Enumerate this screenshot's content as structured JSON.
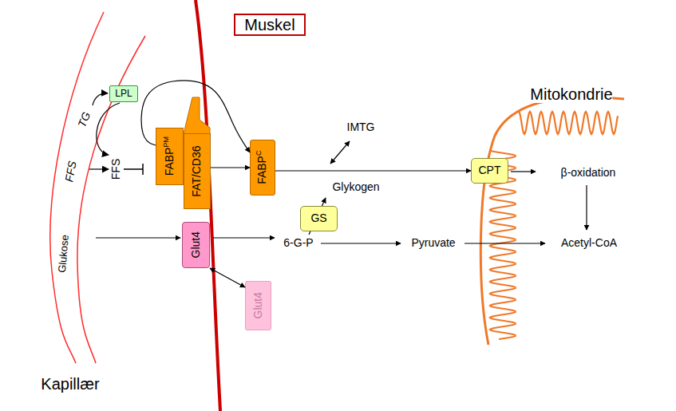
{
  "diagram": {
    "nodes": [
      {
        "text": [
          "Muskel"
        ]
      },
      {
        "text": [
          "LPL"
        ]
      },
      {
        "text": [
          "FABP",
          "PM"
        ]
      },
      {
        "text": [
          "FAT/CD36"
        ]
      },
      {
        "text": [
          "FABP",
          "C"
        ]
      },
      {
        "text": [
          "CPT"
        ]
      },
      {
        "text": [
          "GS"
        ]
      },
      {
        "text": [
          "Glut4"
        ]
      },
      {
        "text": [
          "Glut4"
        ]
      }
    ],
    "edges": [
      {
        "from": 2,
        "to": 4,
        "arrow": "to"
      },
      {
        "from": 3,
        "to": 4,
        "arrow": "to"
      },
      {
        "from": 4,
        "to": 5,
        "arrow": "to"
      },
      {
        "from": 7,
        "to": 8,
        "arrow": "both"
      }
    ],
    "labels": [
      "Mitokondrie",
      "TG",
      "IMTG",
      "FFS",
      "FFS",
      "β-oxidation",
      "Glykogen",
      "Glukose",
      "6-G-P",
      "Pyruvate",
      "Acetyl-CoA",
      "Kapillær"
    ]
  }
}
